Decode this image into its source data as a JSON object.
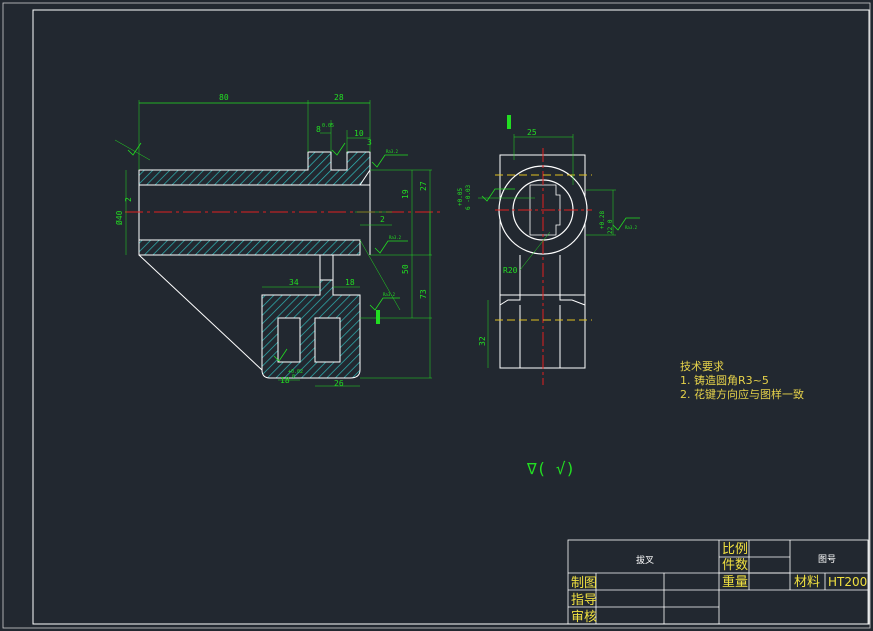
{
  "drawing": {
    "dimensions": {
      "d80": "80",
      "d28": "28",
      "d8": "8",
      "d10": "10",
      "d3": "3",
      "d19": "19",
      "d27": "27",
      "d2": "2",
      "d50": "50",
      "d73": "73",
      "d34": "34",
      "d18a": "18",
      "d18b": "18",
      "d26": "26",
      "dphi40": "Ø40",
      "d2s": "2",
      "d25": "25",
      "d32": "32",
      "dR20": "R20",
      "dtol1": "+0.05",
      "dtol2": "6 -0.03",
      "dtol3": "+0.28",
      "dtol4": "22 0",
      "dtol5": "+0.02",
      "dtol6": "0",
      "d05": "0.05"
    },
    "roughness_labels": [
      "Ra3.2",
      "Ra3.2",
      "Ra3.2",
      "Ra3.2",
      "Ra3.2",
      "Ra3.2",
      "Ra3.2"
    ],
    "tech_notes": {
      "title": "技术要求",
      "line1": "1. 铸造圆角R3~5",
      "line2": "2. 花键方向应与图样一致"
    },
    "general_roughness": "∇( √)"
  },
  "title_block": {
    "part_name": "拔叉",
    "scale_label": "比例",
    "quantity_label": "件数",
    "weight_label": "重量",
    "drawing_no_label": "图号",
    "material_label": "材料",
    "material_value": "HT200",
    "drawn_label": "制图",
    "guide_label": "指导",
    "review_label": "审核"
  },
  "colors": {
    "background": "#222830",
    "outline": "#ffffff",
    "dimension": "#22dd22",
    "centerline": "#e02020",
    "hidden": "#e0c020",
    "hatch": "#30b8b8",
    "title_text": "#f0e040"
  }
}
